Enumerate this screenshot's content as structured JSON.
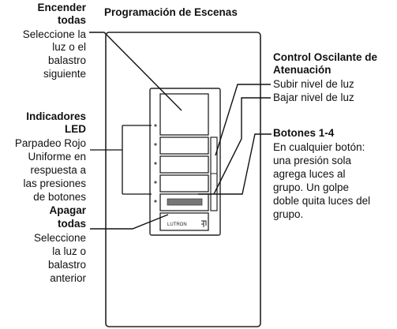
{
  "title": "Programación de Escenas",
  "left": {
    "encender_title_1": "Encender",
    "encender_title_2": "todas",
    "encender_desc": [
      "Seleccione la",
      "luz o el",
      "balastro",
      "siguiente"
    ],
    "indicadores_title_1": "Indicadores",
    "indicadores_title_2": "LED",
    "indicadores_desc": [
      "Parpadeo Rojo",
      "Uniforme en",
      "respuesta a",
      "las presiones",
      "de botones"
    ],
    "apagar_title_1": "Apagar",
    "apagar_title_2": "todas",
    "apagar_desc": [
      "Seleccione",
      "la luz o",
      "balastro",
      "anterior"
    ]
  },
  "right": {
    "control_title_1": "Control Oscilante de",
    "control_title_2": "Atenuación",
    "subir": "Subir nivel de luz",
    "bajar": "Bajar nivel de luz",
    "botones_title": "Botones 1-4",
    "botones_desc": [
      "En cualquier botón:",
      "una presión sola",
      "agrega luces al",
      "grupo. Un golpe",
      "doble quita luces del",
      "grupo."
    ]
  },
  "device": {
    "brand": "LUTRON"
  }
}
